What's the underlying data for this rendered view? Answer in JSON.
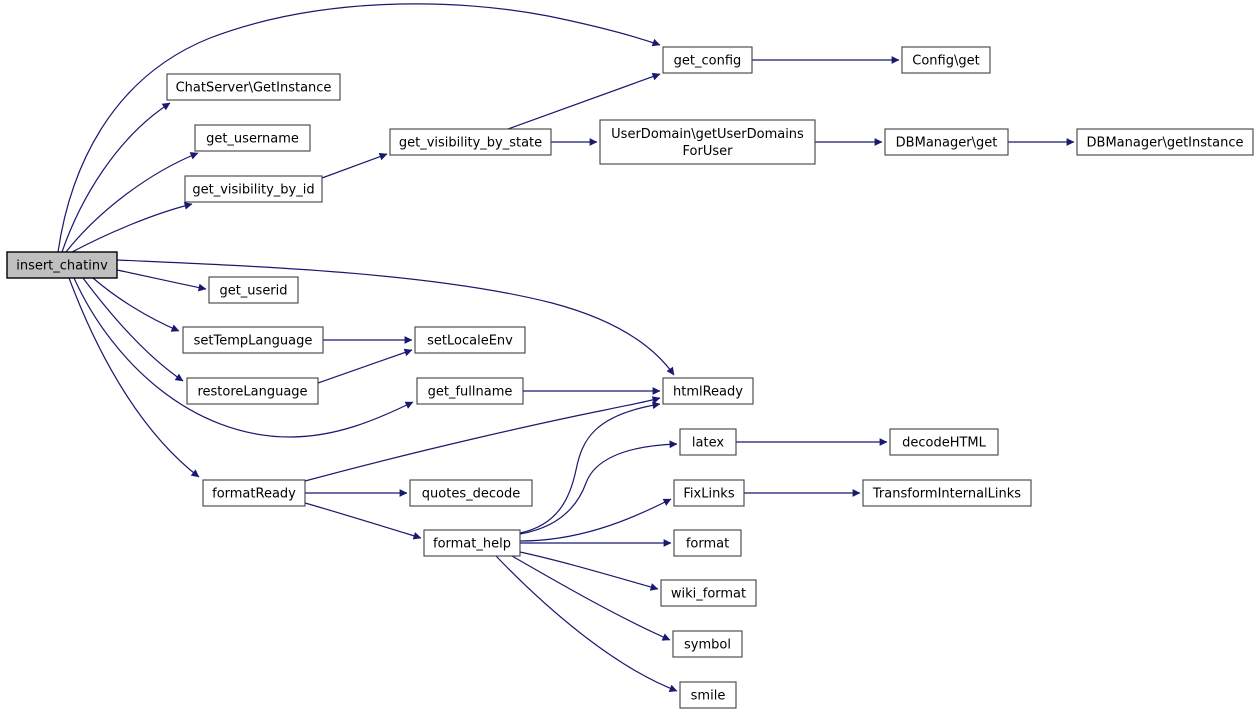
{
  "diagram": {
    "type": "call-graph",
    "description": "Function call graph for insert_chatinv",
    "colors": {
      "background": "#ffffff",
      "edge": "#191970",
      "node_fill": "#ffffff",
      "node_border": "#404040",
      "highlight_fill": "#bfbfbf",
      "highlight_border": "#000000",
      "text": "#000000"
    },
    "nodes": [
      {
        "id": "insert_chatinv",
        "label": "insert_chatinv",
        "highlight": true
      },
      {
        "id": "chatserver_getinstance",
        "label": "ChatServer\\GetInstance"
      },
      {
        "id": "get_username",
        "label": "get_username"
      },
      {
        "id": "get_visibility_by_id",
        "label": "get_visibility_by_id"
      },
      {
        "id": "get_visibility_by_state",
        "label": "get_visibility_by_state"
      },
      {
        "id": "get_config",
        "label": "get_config"
      },
      {
        "id": "config_get",
        "label": "Config\\get"
      },
      {
        "id": "userdomain_getuserdomainsforuser",
        "label": "UserDomain\\getUserDomains ForUser",
        "label_lines": [
          "UserDomain\\getUserDomains",
          "ForUser"
        ]
      },
      {
        "id": "dbmanager_get",
        "label": "DBManager\\get"
      },
      {
        "id": "dbmanager_getinstance",
        "label": "DBManager\\getInstance"
      },
      {
        "id": "get_userid",
        "label": "get_userid"
      },
      {
        "id": "settemplanguage",
        "label": "setTempLanguage"
      },
      {
        "id": "setlocaleenv",
        "label": "setLocaleEnv"
      },
      {
        "id": "restorelanguage",
        "label": "restoreLanguage"
      },
      {
        "id": "get_fullname",
        "label": "get_fullname"
      },
      {
        "id": "htmlready",
        "label": "htmlReady"
      },
      {
        "id": "latex",
        "label": "latex"
      },
      {
        "id": "decodehtml",
        "label": "decodeHTML"
      },
      {
        "id": "fixlinks",
        "label": "FixLinks"
      },
      {
        "id": "transforminternallinks",
        "label": "TransformInternalLinks"
      },
      {
        "id": "formatready",
        "label": "formatReady"
      },
      {
        "id": "quotes_decode",
        "label": "quotes_decode"
      },
      {
        "id": "format_help",
        "label": "format_help"
      },
      {
        "id": "format",
        "label": "format"
      },
      {
        "id": "wiki_format",
        "label": "wiki_format"
      },
      {
        "id": "symbol",
        "label": "symbol"
      },
      {
        "id": "smile",
        "label": "smile"
      }
    ],
    "edges": [
      {
        "from": "insert_chatinv",
        "to": "get_config"
      },
      {
        "from": "insert_chatinv",
        "to": "chatserver_getinstance"
      },
      {
        "from": "insert_chatinv",
        "to": "get_username"
      },
      {
        "from": "insert_chatinv",
        "to": "get_visibility_by_id"
      },
      {
        "from": "insert_chatinv",
        "to": "htmlready"
      },
      {
        "from": "insert_chatinv",
        "to": "get_userid"
      },
      {
        "from": "insert_chatinv",
        "to": "settemplanguage"
      },
      {
        "from": "insert_chatinv",
        "to": "restorelanguage"
      },
      {
        "from": "insert_chatinv",
        "to": "get_fullname"
      },
      {
        "from": "insert_chatinv",
        "to": "formatready"
      },
      {
        "from": "get_visibility_by_id",
        "to": "get_visibility_by_state"
      },
      {
        "from": "get_visibility_by_state",
        "to": "get_config"
      },
      {
        "from": "get_visibility_by_state",
        "to": "userdomain_getuserdomainsforuser"
      },
      {
        "from": "get_config",
        "to": "config_get"
      },
      {
        "from": "userdomain_getuserdomainsforuser",
        "to": "dbmanager_get"
      },
      {
        "from": "dbmanager_get",
        "to": "dbmanager_getinstance"
      },
      {
        "from": "settemplanguage",
        "to": "setlocaleenv"
      },
      {
        "from": "restorelanguage",
        "to": "setlocaleenv"
      },
      {
        "from": "get_fullname",
        "to": "htmlready"
      },
      {
        "from": "formatready",
        "to": "htmlready"
      },
      {
        "from": "formatready",
        "to": "quotes_decode"
      },
      {
        "from": "formatready",
        "to": "format_help"
      },
      {
        "from": "format_help",
        "to": "htmlready"
      },
      {
        "from": "format_help",
        "to": "latex"
      },
      {
        "from": "format_help",
        "to": "fixlinks"
      },
      {
        "from": "format_help",
        "to": "format"
      },
      {
        "from": "format_help",
        "to": "wiki_format"
      },
      {
        "from": "format_help",
        "to": "symbol"
      },
      {
        "from": "format_help",
        "to": "smile"
      },
      {
        "from": "latex",
        "to": "decodehtml"
      },
      {
        "from": "fixlinks",
        "to": "transforminternallinks"
      }
    ]
  }
}
